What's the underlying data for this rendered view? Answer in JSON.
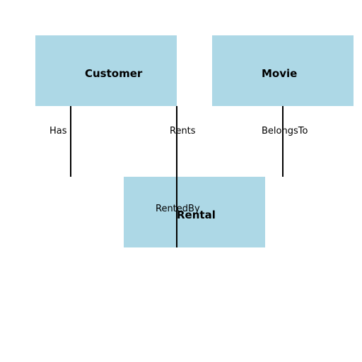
{
  "diagram": {
    "entities": {
      "customer": "Customer",
      "movie": "Movie",
      "rental": "Rental"
    },
    "relationships": {
      "has": "Has",
      "rents": "Rents",
      "belongs_to": "BelongsTo",
      "rented_by": "RentedBy"
    },
    "colors": {
      "entity_fill": "#add8e6",
      "line": "#000000",
      "text": "#000000"
    }
  }
}
